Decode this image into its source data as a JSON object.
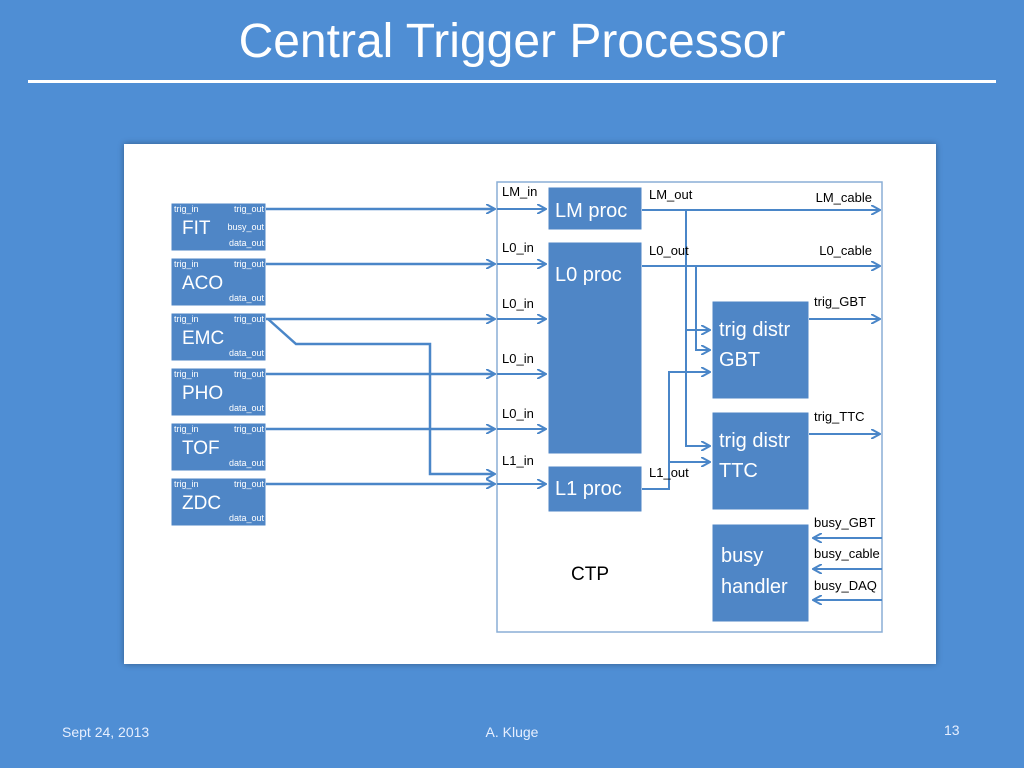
{
  "title": "Central Trigger Processor",
  "footer": {
    "date": "Sept 24, 2013",
    "author": "A. Kluge",
    "page": "13"
  },
  "colors": {
    "background": "#4f8ed4",
    "block_fill": "#4f86c6",
    "arrow": "#4a86c8",
    "panel": "#ffffff",
    "ctp_border": "#8aaed6"
  },
  "detectors": [
    {
      "name": "FIT",
      "ports": {
        "trig_in": "trig_in",
        "trig_out": "trig_out",
        "busy_out": "busy_out",
        "data_out": "data_out"
      }
    },
    {
      "name": "ACO",
      "ports": {
        "trig_in": "trig_in",
        "trig_out": "trig_out",
        "data_out": "data_out"
      }
    },
    {
      "name": "EMC",
      "ports": {
        "trig_in": "trig_in",
        "trig_out": "trig_out",
        "data_out": "data_out"
      }
    },
    {
      "name": "PHO",
      "ports": {
        "trig_in": "trig_in",
        "trig_out": "trig_out",
        "data_out": "data_out"
      }
    },
    {
      "name": "TOF",
      "ports": {
        "trig_in": "trig_in",
        "trig_out": "trig_out",
        "data_out": "data_out"
      }
    },
    {
      "name": "ZDC",
      "ports": {
        "trig_in": "trig_in",
        "trig_out": "trig_out",
        "data_out": "data_out"
      }
    }
  ],
  "ctp": {
    "label": "CTP",
    "blocks": {
      "lm_proc": "LM proc",
      "l0_proc": "L0 proc",
      "l1_proc": "L1 proc",
      "trig_distr_gbt_line1": "trig distr",
      "trig_distr_gbt_line2": "GBT",
      "trig_distr_ttc_line1": "trig distr",
      "trig_distr_ttc_line2": "TTC",
      "busy_handler_line1": "busy",
      "busy_handler_line2": "handler"
    },
    "inputs": {
      "lm_in": "LM_in",
      "l0_in": "L0_in",
      "l1_in": "L1_in"
    },
    "signals": {
      "lm_out": "LM_out",
      "l0_out": "L0_out",
      "l1_out": "L1_out",
      "lm_cable": "LM_cable",
      "l0_cable": "L0_cable",
      "trig_gbt": "trig_GBT",
      "trig_ttc": "trig_TTC",
      "busy_gbt": "busy_GBT",
      "busy_cable": "busy_cable",
      "busy_daq": "busy_DAQ"
    }
  }
}
